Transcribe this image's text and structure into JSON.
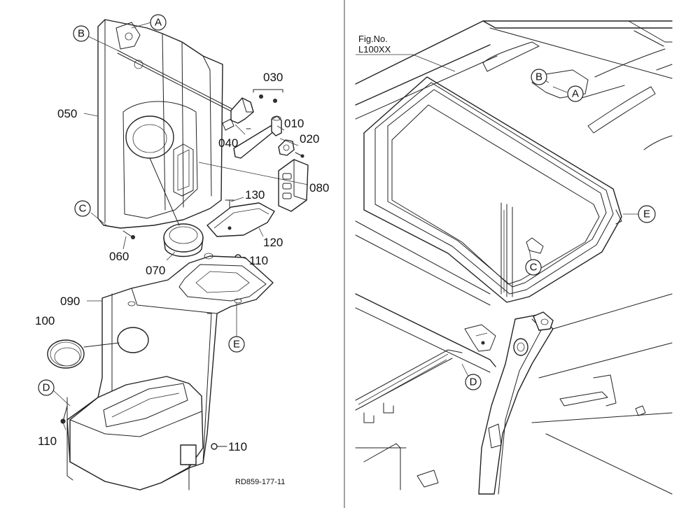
{
  "figure": {
    "fig_label_line1": "Fig.No.",
    "fig_label_line2": "L100XX",
    "reference_code": "RD859-177-11"
  },
  "parts": {
    "p010": "010",
    "p020": "020",
    "p030": "030",
    "p040": "040",
    "p050": "050",
    "p060": "060",
    "p070": "070",
    "p080": "080",
    "p090": "090",
    "p100": "100",
    "p110a": "110",
    "p110b": "110",
    "p110c": "110",
    "p120": "120",
    "p130": "130"
  },
  "callouts": {
    "A": "A",
    "B": "B",
    "C": "C",
    "D": "D",
    "E": "E"
  }
}
